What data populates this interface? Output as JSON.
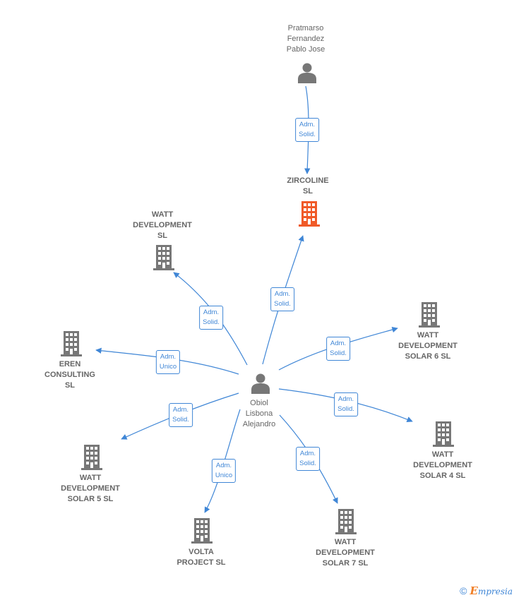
{
  "nodes": {
    "pratmarso": [
      "Pratmarso",
      "Fernandez",
      "Pablo Jose"
    ],
    "zircoline": [
      "ZIRCOLINE",
      "SL"
    ],
    "watt_dev": [
      "WATT",
      "DEVELOPMENT",
      "SL"
    ],
    "eren": [
      "EREN",
      "CONSULTING",
      "SL"
    ],
    "obiol": [
      "Obiol",
      "Lisbona",
      "Alejandro"
    ],
    "watt6": [
      "WATT",
      "DEVELOPMENT",
      "SOLAR 6  SL"
    ],
    "watt4": [
      "WATT",
      "DEVELOPMENT",
      "SOLAR 4  SL"
    ],
    "watt5": [
      "WATT",
      "DEVELOPMENT",
      "SOLAR 5  SL"
    ],
    "volta": [
      "VOLTA",
      "PROJECT  SL"
    ],
    "watt7": [
      "WATT",
      "DEVELOPMENT",
      "SOLAR 7  SL"
    ]
  },
  "relations": {
    "r_pratmarso": [
      "Adm.",
      "Solid."
    ],
    "r_zircoline": [
      "Adm.",
      "Solid."
    ],
    "r_watt_dev": [
      "Adm.",
      "Solid."
    ],
    "r_eren": [
      "Adm.",
      "Unico"
    ],
    "r_watt6": [
      "Adm.",
      "Solid."
    ],
    "r_watt4": [
      "Adm.",
      "Solid."
    ],
    "r_watt5": [
      "Adm.",
      "Solid."
    ],
    "r_volta": [
      "Adm.",
      "Unico"
    ],
    "r_watt7": [
      "Adm.",
      "Solid."
    ]
  },
  "footer": {
    "copyright": "©",
    "brand_first": "E",
    "brand_rest": "mpresia"
  },
  "colors": {
    "edge": "#3f86d6",
    "highlight_company": "#f05a28",
    "company": "#777777",
    "person": "#777777"
  }
}
